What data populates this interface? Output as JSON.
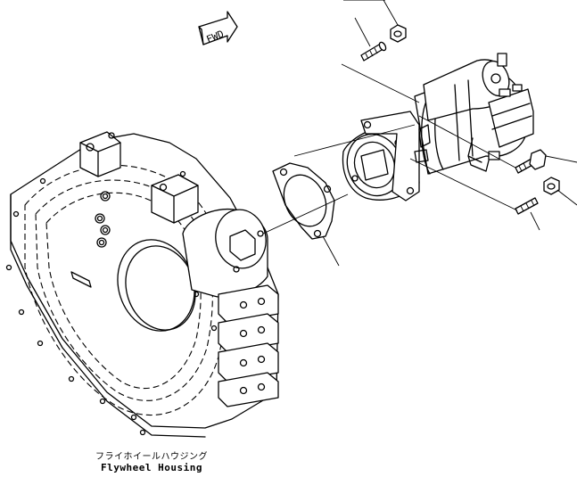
{
  "drawing": {
    "orientation_marker": "FWD",
    "caption_jp": "フライホイールハウジング",
    "caption_en": "Flywheel Housing"
  },
  "icons": {
    "direction": "arrow-icon"
  },
  "colors": {
    "line": "#000000",
    "background": "#ffffff"
  }
}
